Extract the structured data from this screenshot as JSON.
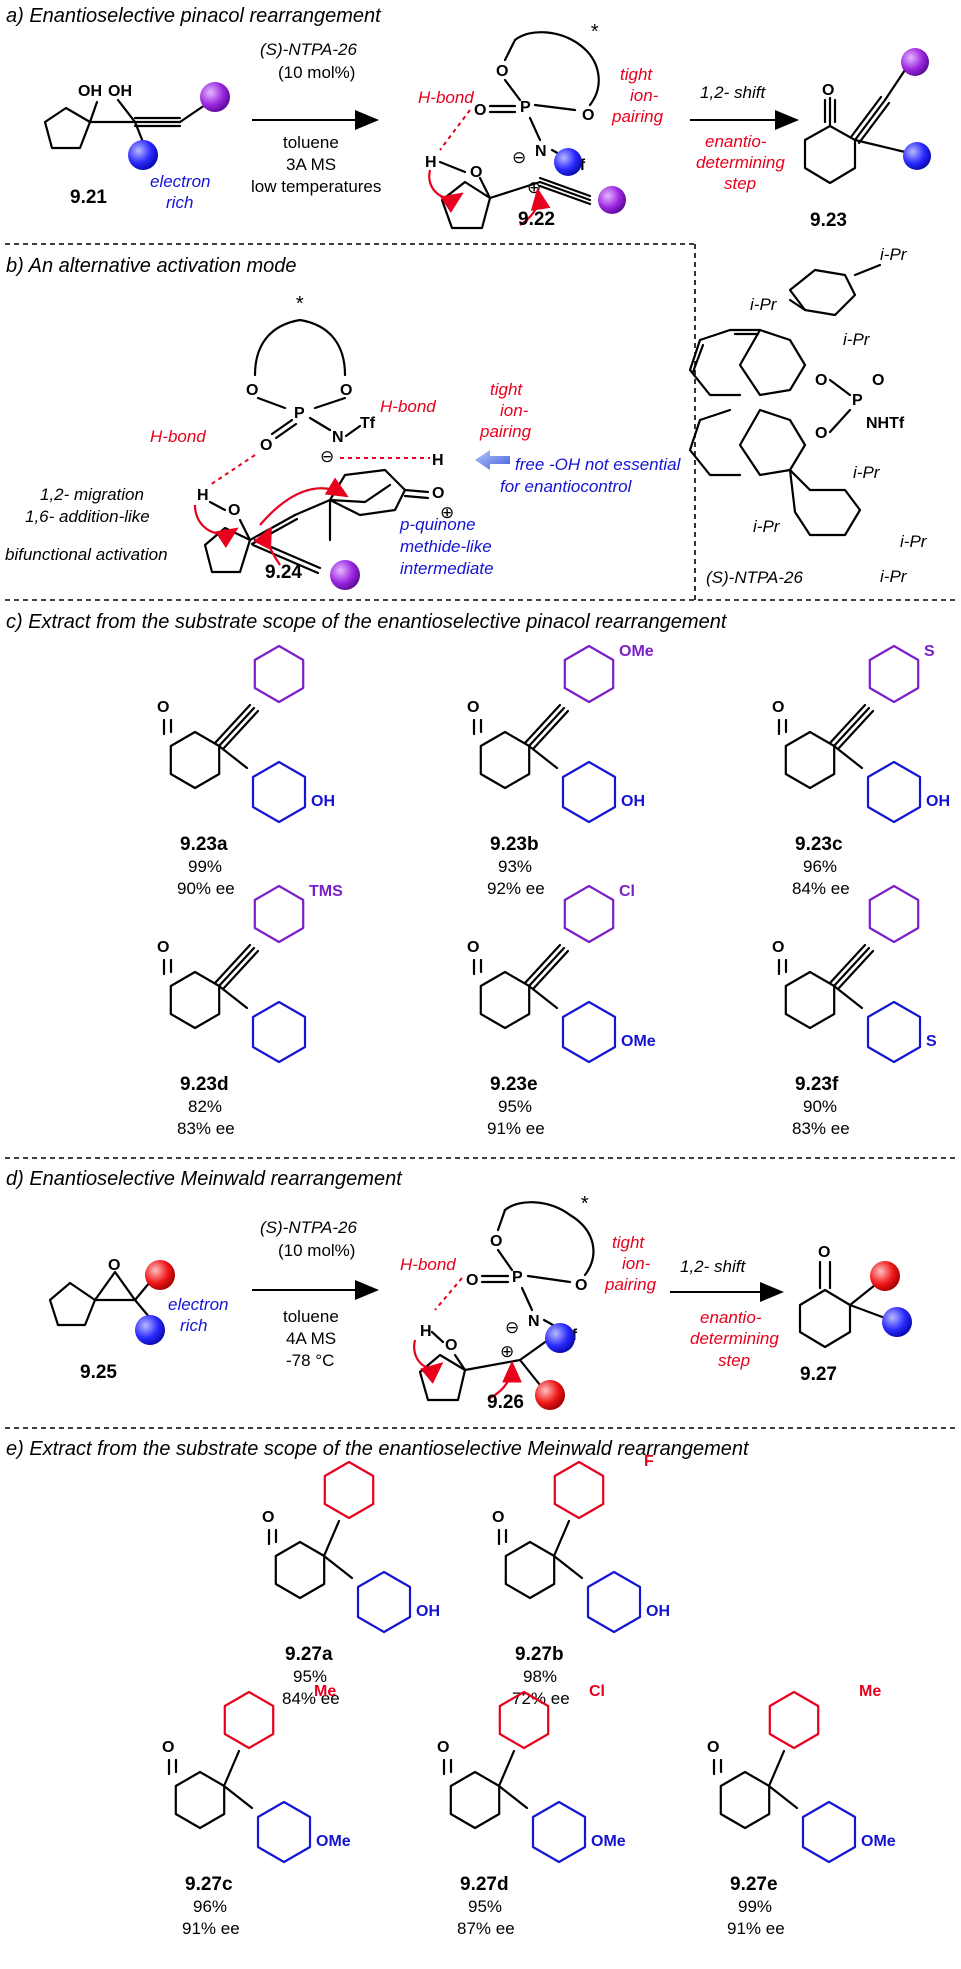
{
  "sections": {
    "a": "a) Enantioselective pinacol rearrangement",
    "b": "b) An alternative activation mode",
    "c": "c) Extract from the substrate scope of the enantioselective pinacol rearrangement",
    "d": "d) Enantioselective Meinwald rearrangement",
    "e": "e) Extract from the substrate scope of the enantioselective Meinwald rearrangement"
  },
  "a": {
    "catalyst": "(S)-NTPA-26",
    "loading": "(10 mol%)",
    "cond1": "toluene",
    "cond2": "3A MS",
    "cond3": "low temperatures",
    "oh1": "OH",
    "oh2": "OH",
    "electron": "electron",
    "rich": "rich",
    "hbond": "H-bond",
    "tight": "tight",
    "ion": "ion-",
    "pairing": "pairing",
    "shift": "1,2- shift",
    "enantio": "enantio-",
    "determining": "determining",
    "step": "step",
    "c1": "9.21",
    "c2": "9.22",
    "c3": "9.23"
  },
  "b": {
    "hbond1": "H-bond",
    "hbond2": "H-bond",
    "tight": "tight",
    "ion": "ion-",
    "pairing": "pairing",
    "free1": "free -OH not essential",
    "free2": "for enantiocontrol",
    "mig1": "1,2- migration",
    "mig2": "1,6- addition-like",
    "bif": "bifunctional activation",
    "pq1": "p-quinone",
    "pq2": "methide-like",
    "pq3": "intermediate",
    "cid": "9.24",
    "ntpa": "(S)-NTPA-26",
    "ipr": "i-Pr",
    "nhtf": "NHTf"
  },
  "c": {
    "items": [
      {
        "id": "9.23a",
        "yield": "99%",
        "ee": "90% ee",
        "sub": "",
        "sub2": "OH"
      },
      {
        "id": "9.23b",
        "yield": "93%",
        "ee": "92% ee",
        "sub": "OMe",
        "sub2": "OH"
      },
      {
        "id": "9.23c",
        "yield": "96%",
        "ee": "84% ee",
        "sub": "S",
        "sub2": "OH"
      },
      {
        "id": "9.23d",
        "yield": "82%",
        "ee": "83% ee",
        "sub": "TMS",
        "sub2": ""
      },
      {
        "id": "9.23e",
        "yield": "95%",
        "ee": "91% ee",
        "sub": "Cl",
        "sub2": "OMe"
      },
      {
        "id": "9.23f",
        "yield": "90%",
        "ee": "83% ee",
        "sub": "",
        "sub2": "S"
      }
    ]
  },
  "d": {
    "catalyst": "(S)-NTPA-26",
    "loading": "(10 mol%)",
    "cond1": "toluene",
    "cond2": "4A MS",
    "cond3": "-78 °C",
    "electron": "electron",
    "rich": "rich",
    "hbond": "H-bond",
    "tight": "tight",
    "ion": "ion-",
    "pairing": "pairing",
    "shift": "1,2- shift",
    "enantio": "enantio-",
    "determining": "determining",
    "step": "step",
    "c1": "9.25",
    "c2": "9.26",
    "c3": "9.27"
  },
  "e": {
    "items": [
      {
        "id": "9.27a",
        "yield": "95%",
        "ee": "84% ee",
        "sub": "",
        "sub2": "OH"
      },
      {
        "id": "9.27b",
        "yield": "98%",
        "ee": "72% ee",
        "sub": "F",
        "sub2": "OH"
      },
      {
        "id": "9.27c",
        "yield": "96%",
        "ee": "91% ee",
        "sub": "Me",
        "sub2": "OMe"
      },
      {
        "id": "9.27d",
        "yield": "95%",
        "ee": "87% ee",
        "sub": "Cl",
        "sub2": "OMe"
      },
      {
        "id": "9.27e",
        "yield": "99%",
        "ee": "91% ee",
        "sub": "Me",
        "sub2": "OMe"
      }
    ]
  },
  "atoms": {
    "O": "O",
    "P": "P",
    "N": "N",
    "Tf": "Tf",
    "H": "H",
    "star": "*",
    "plus": "⊕",
    "minus": "⊖",
    "ome": "OMe",
    "s": "S",
    "me": "Me"
  }
}
